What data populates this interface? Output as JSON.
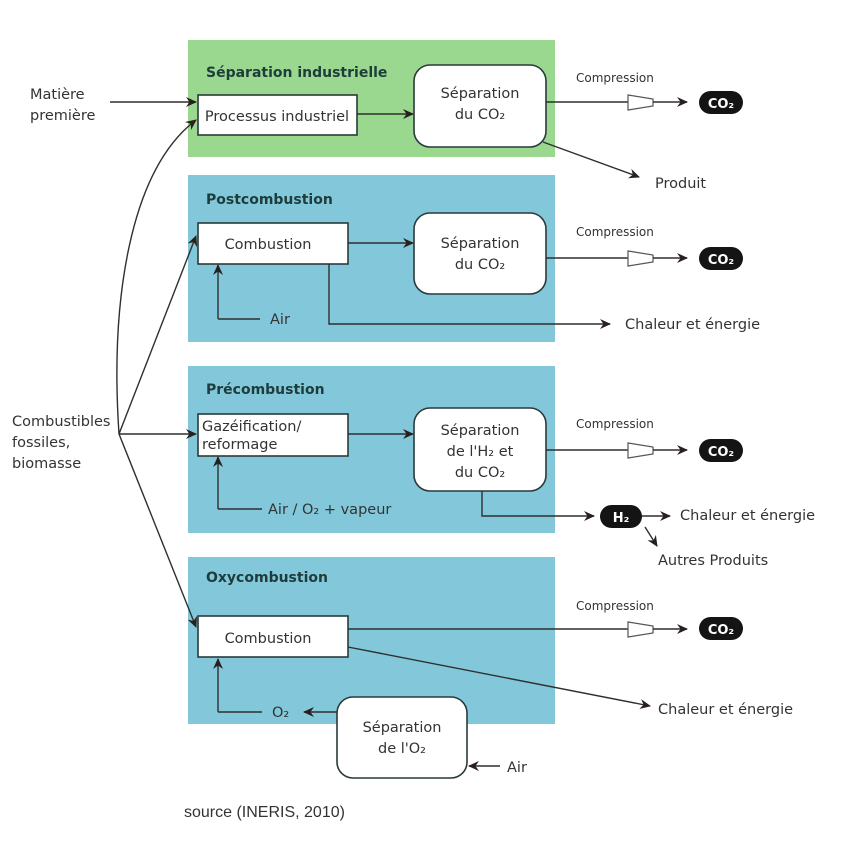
{
  "colors": {
    "industrial_panel": "#9ad88f",
    "blue_panel": "#82c8da",
    "pill": "#141414",
    "line": "#2f2f2f"
  },
  "inputs": {
    "matiere": [
      "Matière",
      "première"
    ],
    "combustibles": [
      "Combustibles",
      "fossiles,",
      "biomasse"
    ]
  },
  "panels": {
    "industrielle": {
      "title": "Séparation industrielle",
      "process": "Processus industriel",
      "separation": [
        "Séparation",
        "du CO₂"
      ],
      "compression": "Compression",
      "output": "CO₂",
      "product": "Produit"
    },
    "postcombustion": {
      "title": "Postcombustion",
      "process": "Combustion",
      "feed": "Air",
      "separation": [
        "Séparation",
        "du CO₂"
      ],
      "compression": "Compression",
      "output": "CO₂",
      "byproduct": "Chaleur et énergie"
    },
    "precombustion": {
      "title": "Précombustion",
      "process": [
        "Gazéification/",
        "reformage"
      ],
      "feed": "Air / O₂ + vapeur",
      "separation": [
        "Séparation",
        "de l'H₂ et",
        "du CO₂"
      ],
      "compression": "Compression",
      "output": "CO₂",
      "h2": "H₂",
      "byproduct": "Chaleur et énergie",
      "other": "Autres Produits"
    },
    "oxycombustion": {
      "title": "Oxycombustion",
      "process": "Combustion",
      "feed": "O₂",
      "o2_separation": [
        "Séparation",
        "de l'O₂"
      ],
      "air": "Air",
      "compression": "Compression",
      "output": "CO₂",
      "byproduct": "Chaleur et énergie"
    }
  },
  "source": "source (INERIS, 2010)"
}
